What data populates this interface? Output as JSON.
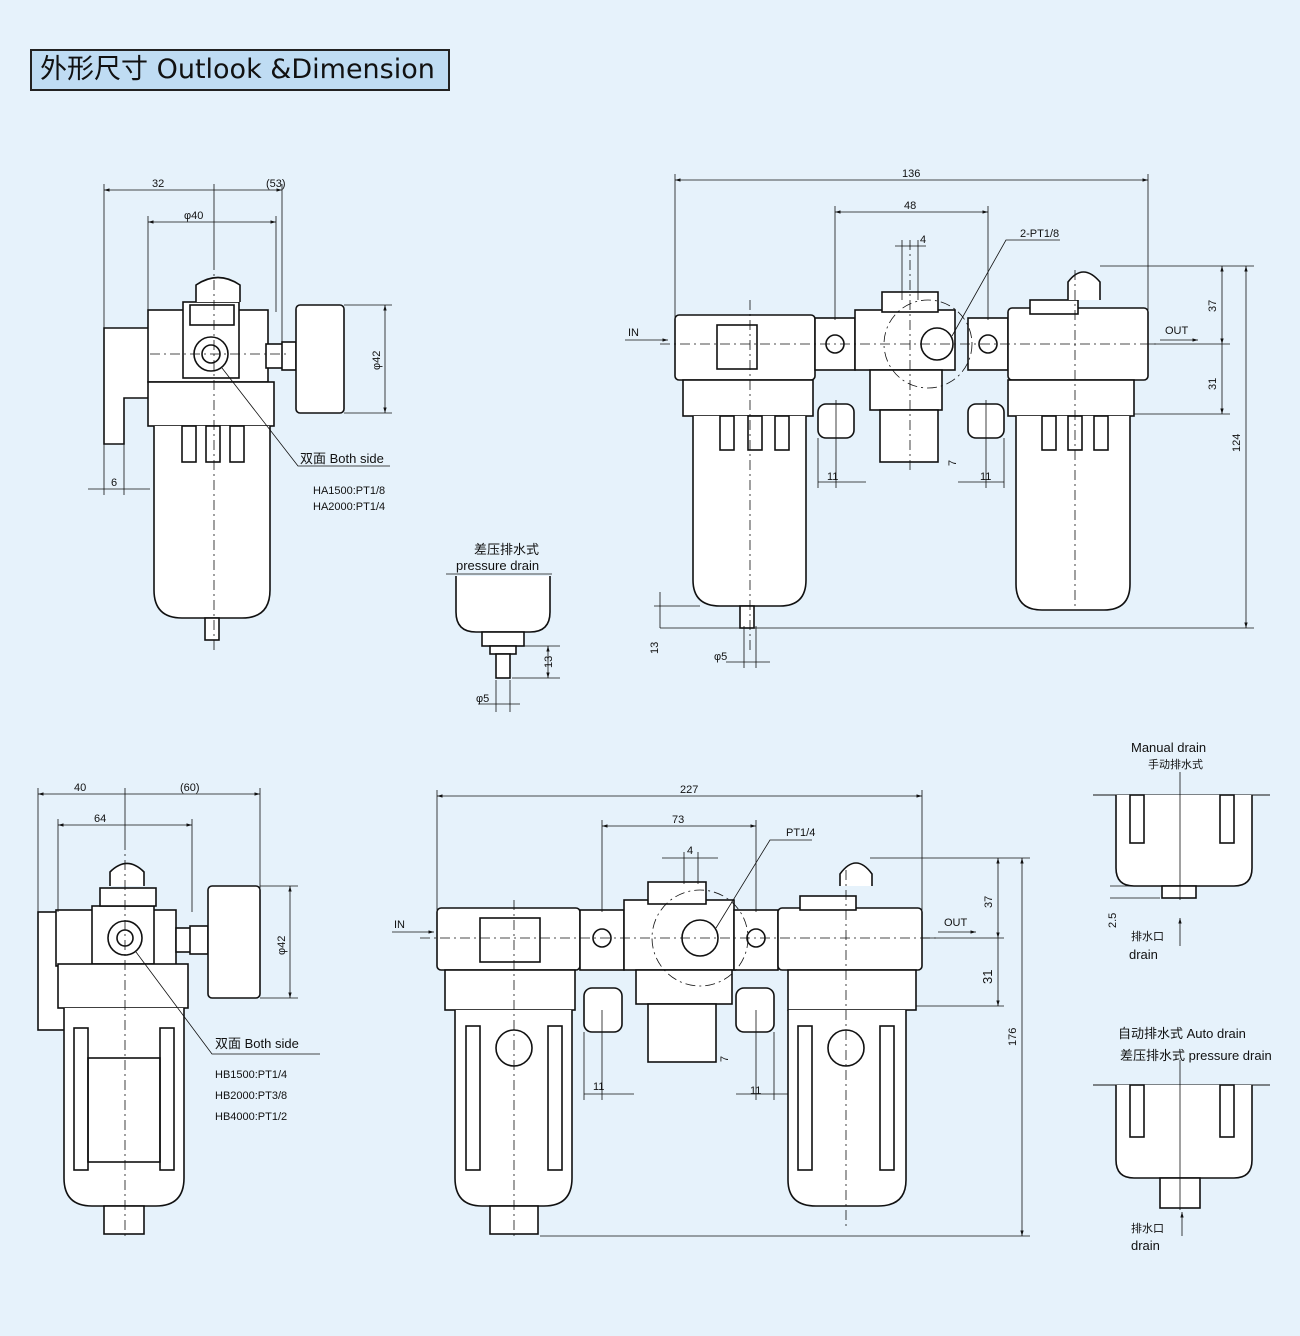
{
  "title": "外形尺寸 Outlook &Dimension",
  "views": {
    "top_left": {
      "dims": {
        "d32": "32",
        "d53": "(53)",
        "d40": "φ40",
        "d42": "φ42",
        "d6": "6"
      },
      "both_side": "双面 Both side",
      "ports": [
        "HA1500:PT1/8",
        "HA2000:PT1/4"
      ]
    },
    "pressure_drain_detail": {
      "cn": "差压排水式",
      "en": "pressure drain",
      "d13": "13",
      "d5": "φ5"
    },
    "top_right": {
      "dims": {
        "d136": "136",
        "d48": "48",
        "d4": "4",
        "port": "2-PT1/8",
        "d37": "37",
        "d31": "31",
        "d124": "124",
        "d11a": "11",
        "d11b": "11",
        "d7": "7",
        "d13": "13",
        "d5": "φ5"
      },
      "in": "IN",
      "out": "OUT"
    },
    "bottom_left": {
      "dims": {
        "d40": "40",
        "d60": "(60)",
        "d64": "64",
        "d42": "φ42"
      },
      "both_side": "双面 Both side",
      "ports": [
        "HB1500:PT1/4",
        "HB2000:PT3/8",
        "HB4000:PT1/2"
      ]
    },
    "bottom_center": {
      "dims": {
        "d227": "227",
        "d73": "73",
        "d4": "4",
        "port": "PT1/4",
        "d37": "37",
        "d31": "31",
        "d176": "176",
        "d11a": "11",
        "d11b": "11",
        "d7": "7"
      },
      "in": "IN",
      "out": "OUT"
    },
    "manual_drain": {
      "en": "Manual drain",
      "cn": "手动排水式",
      "d25": "2.5",
      "drain_cn": "排水口",
      "drain_en": "drain"
    },
    "auto_drain": {
      "line1": "自动排水式 Auto drain",
      "line2": "差压排水式 pressure drain",
      "drain_cn": "排水口",
      "drain_en": "drain"
    }
  }
}
